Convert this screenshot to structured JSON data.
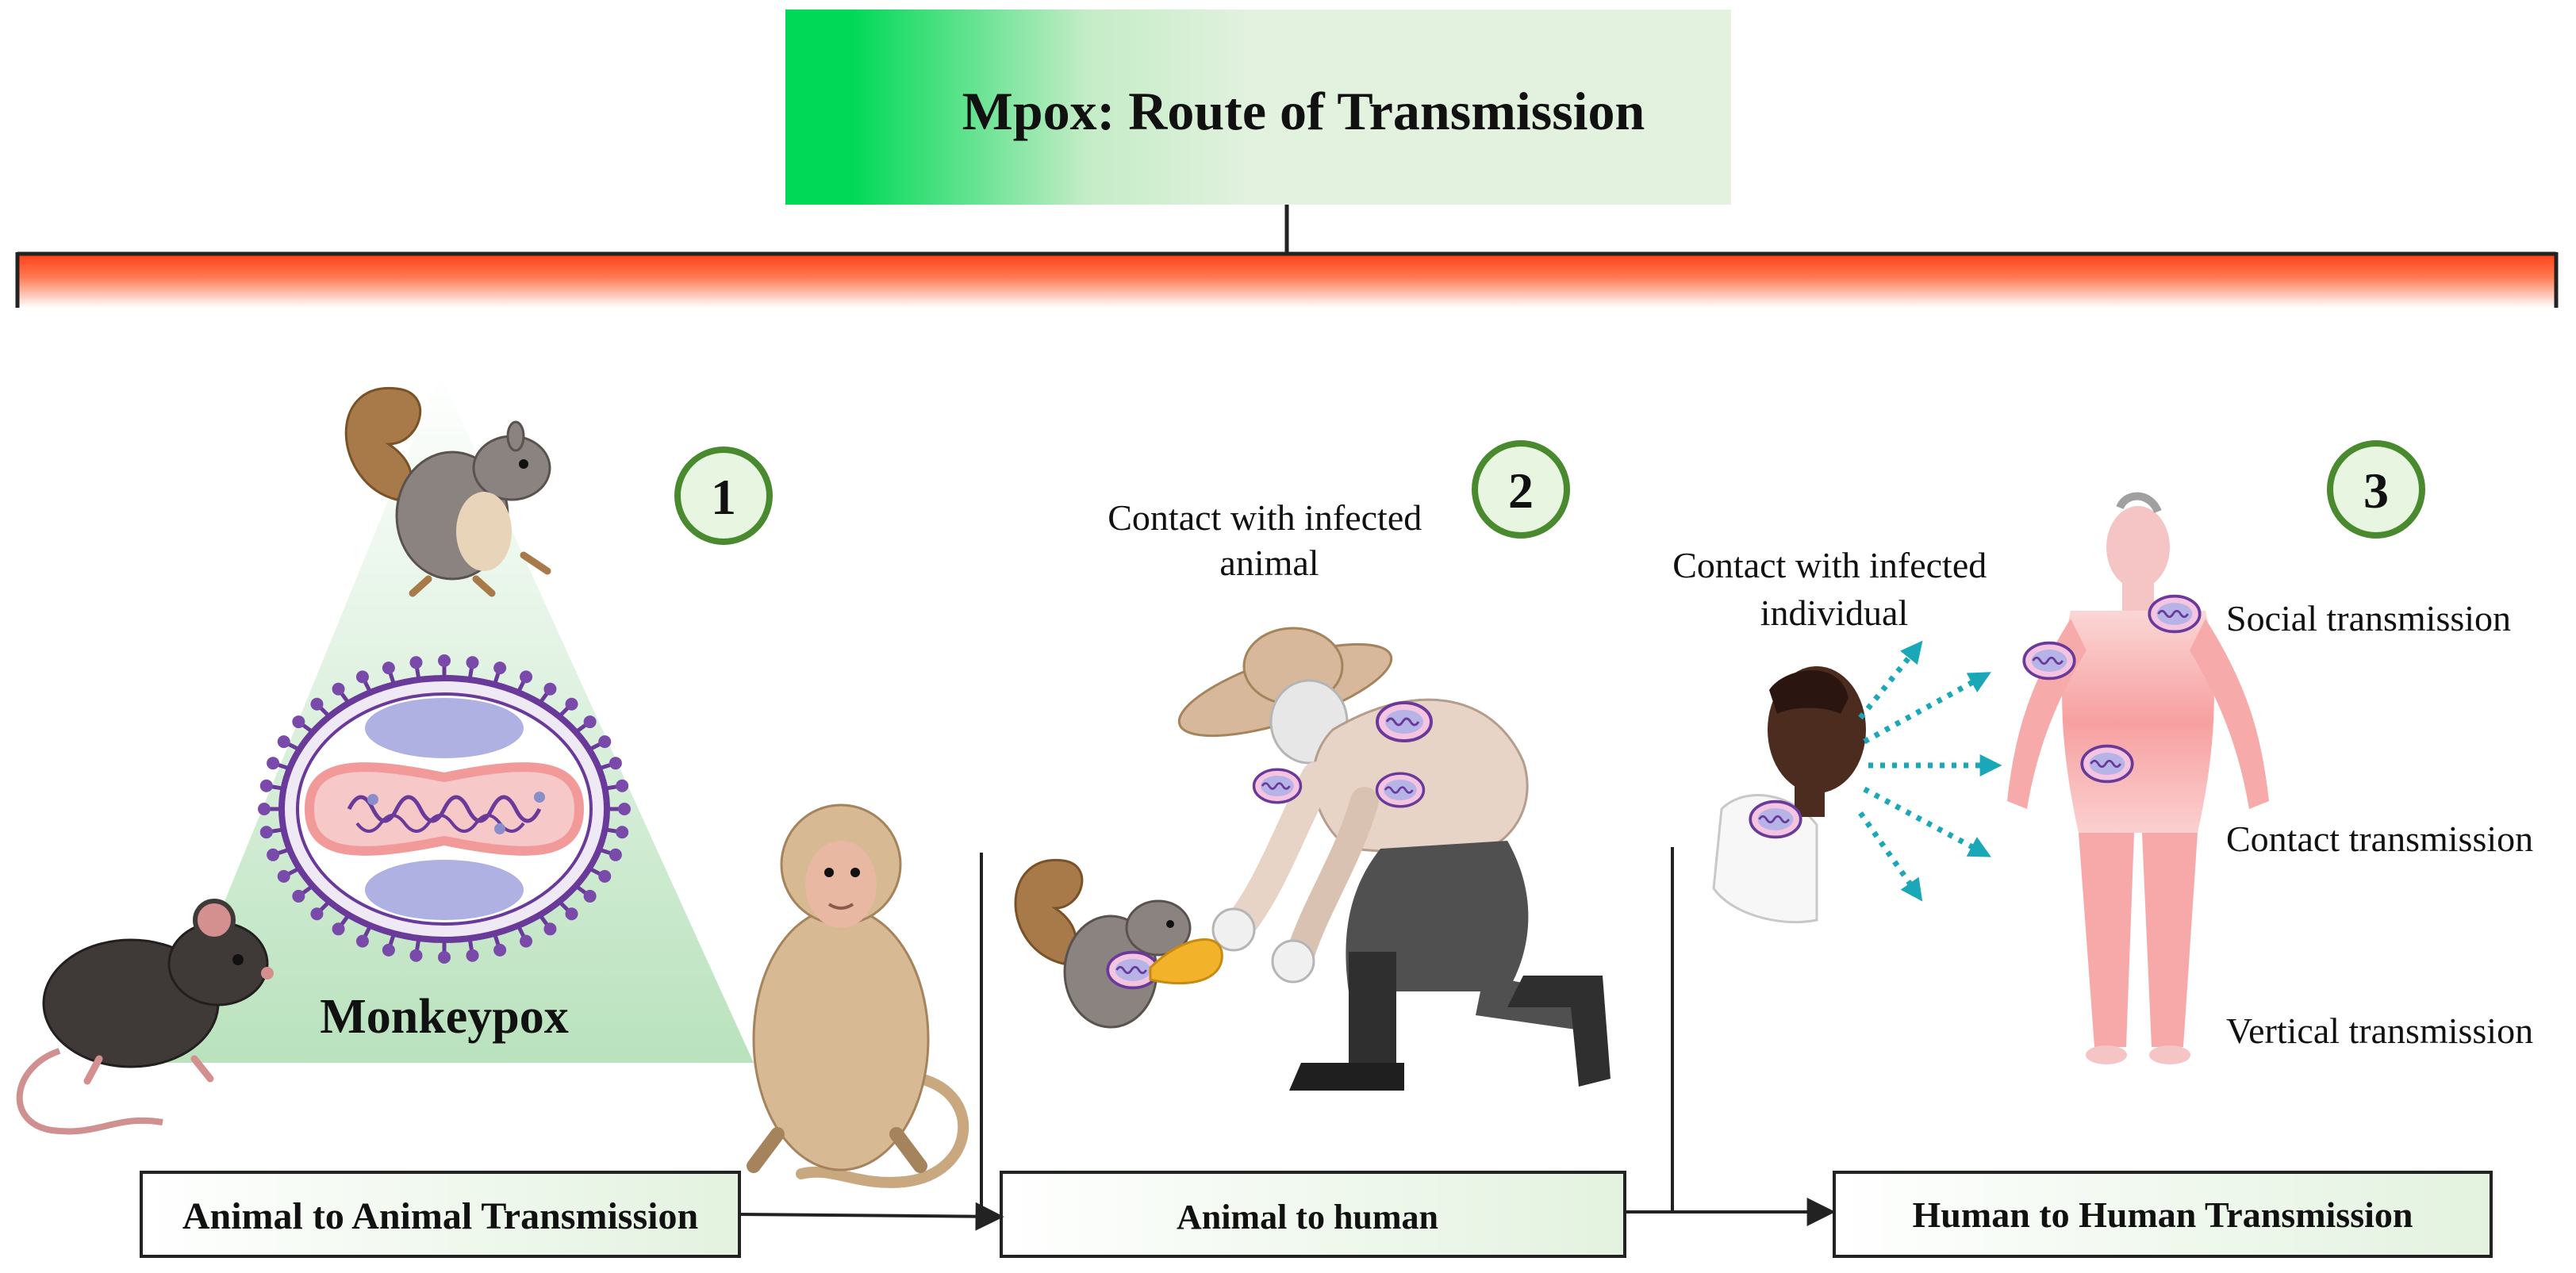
{
  "title": "Mpox: Route of Transmission",
  "stages": [
    {
      "number": "1",
      "label": "Animal to Animal Transmission"
    },
    {
      "number": "2",
      "label": "Animal to human",
      "caption": [
        "Contact with infected",
        "animal"
      ]
    },
    {
      "number": "3",
      "label": "Human to Human Transmission",
      "caption": [
        "Contact with infected",
        "individual"
      ]
    }
  ],
  "virus_label": "Monkeypox",
  "routes": [
    "Social transmission",
    "Contact transmission",
    "Vertical transmission"
  ],
  "colors": {
    "title_green": "#00d957",
    "title_bg": "#e3f2df",
    "bar_top": "#ff3a12",
    "circle_border": "#4a8a2e",
    "circle_fill": "#e8f5e1",
    "label_box_bg": "#eef6ea",
    "arrow_teal": "#1aa8b8",
    "virus_purple": "#6a3a9a",
    "virus_pink": "#f29a9a",
    "body_pink": "#f79a9a"
  }
}
